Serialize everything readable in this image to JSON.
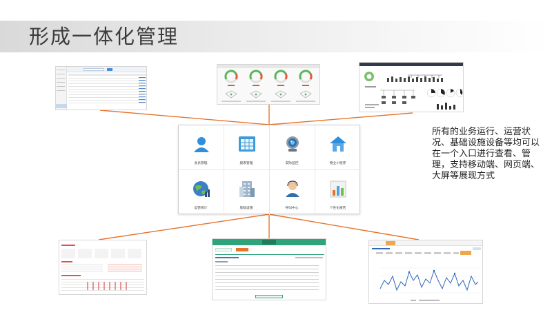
{
  "title": "形成一体化管理",
  "description": "所有的业务运行、运营状况、基础设施设备等均可以在一个入口进行查看、管理，支持移动端、网页端、大屏等展现方式",
  "colors": {
    "accent_orange": "#e8742c",
    "tile_icon_blue": "#3a8fd6",
    "chart_line": "#2f67b8"
  },
  "modules": [
    {
      "label": "会员管理",
      "icon": "user-icon"
    },
    {
      "label": "报表管理",
      "icon": "spreadsheet-icon"
    },
    {
      "label": "安防监控",
      "icon": "camera-icon"
    },
    {
      "label": "物业小程序",
      "icon": "home-icon"
    },
    {
      "label": "运营统计",
      "icon": "globe-chart-icon"
    },
    {
      "label": "基础设施",
      "icon": "building-icon"
    },
    {
      "label": "呼叫中心",
      "icon": "agent-icon"
    },
    {
      "label": "个性化报告",
      "icon": "bar-chart-icon"
    }
  ],
  "thumbnails": {
    "top_left": "table-list-screen",
    "top_middle": "gauge-dashboard-screen",
    "top_right": "large-screen-dashboard",
    "bottom_left": "mobile-report-screen",
    "bottom_middle": "web-announcement-screen",
    "bottom_right": "line-trend-screen"
  }
}
